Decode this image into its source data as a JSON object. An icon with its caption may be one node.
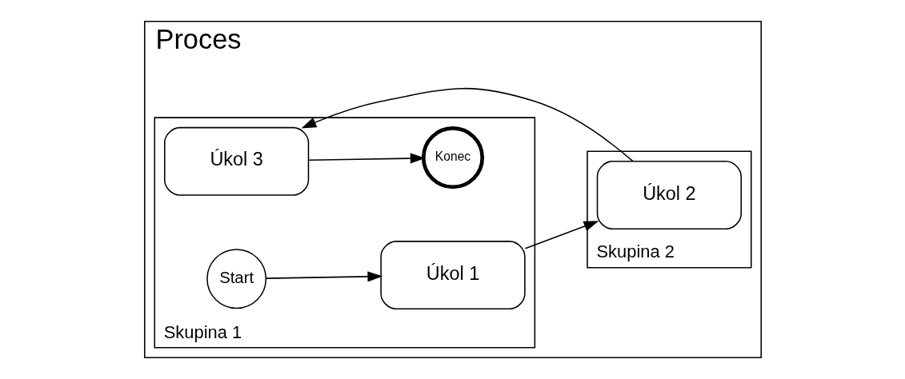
{
  "diagram": {
    "nodes": [
      {
        "text": [
          "Proces"
        ]
      },
      {
        "text": [
          "Skupina 1"
        ],
        "in": 0
      },
      {
        "text": [
          "Start"
        ],
        "in": 1
      },
      {
        "text": [
          "Úkol 1"
        ],
        "in": 1
      },
      {
        "text": [
          "Úkol 3"
        ],
        "in": 1
      },
      {
        "text": [
          "Konec"
        ],
        "in": 1
      },
      {
        "text": [
          "Skupina 2"
        ],
        "in": 0
      },
      {
        "text": [
          "Úkol 2"
        ],
        "in": 6
      }
    ],
    "edges": [
      {
        "from": 2,
        "to": 3,
        "arrow": "to"
      },
      {
        "from": 3,
        "to": 7,
        "arrow": "to"
      },
      {
        "from": 7,
        "to": 4,
        "arrow": "to"
      },
      {
        "from": 4,
        "to": 5,
        "arrow": "to"
      }
    ]
  }
}
